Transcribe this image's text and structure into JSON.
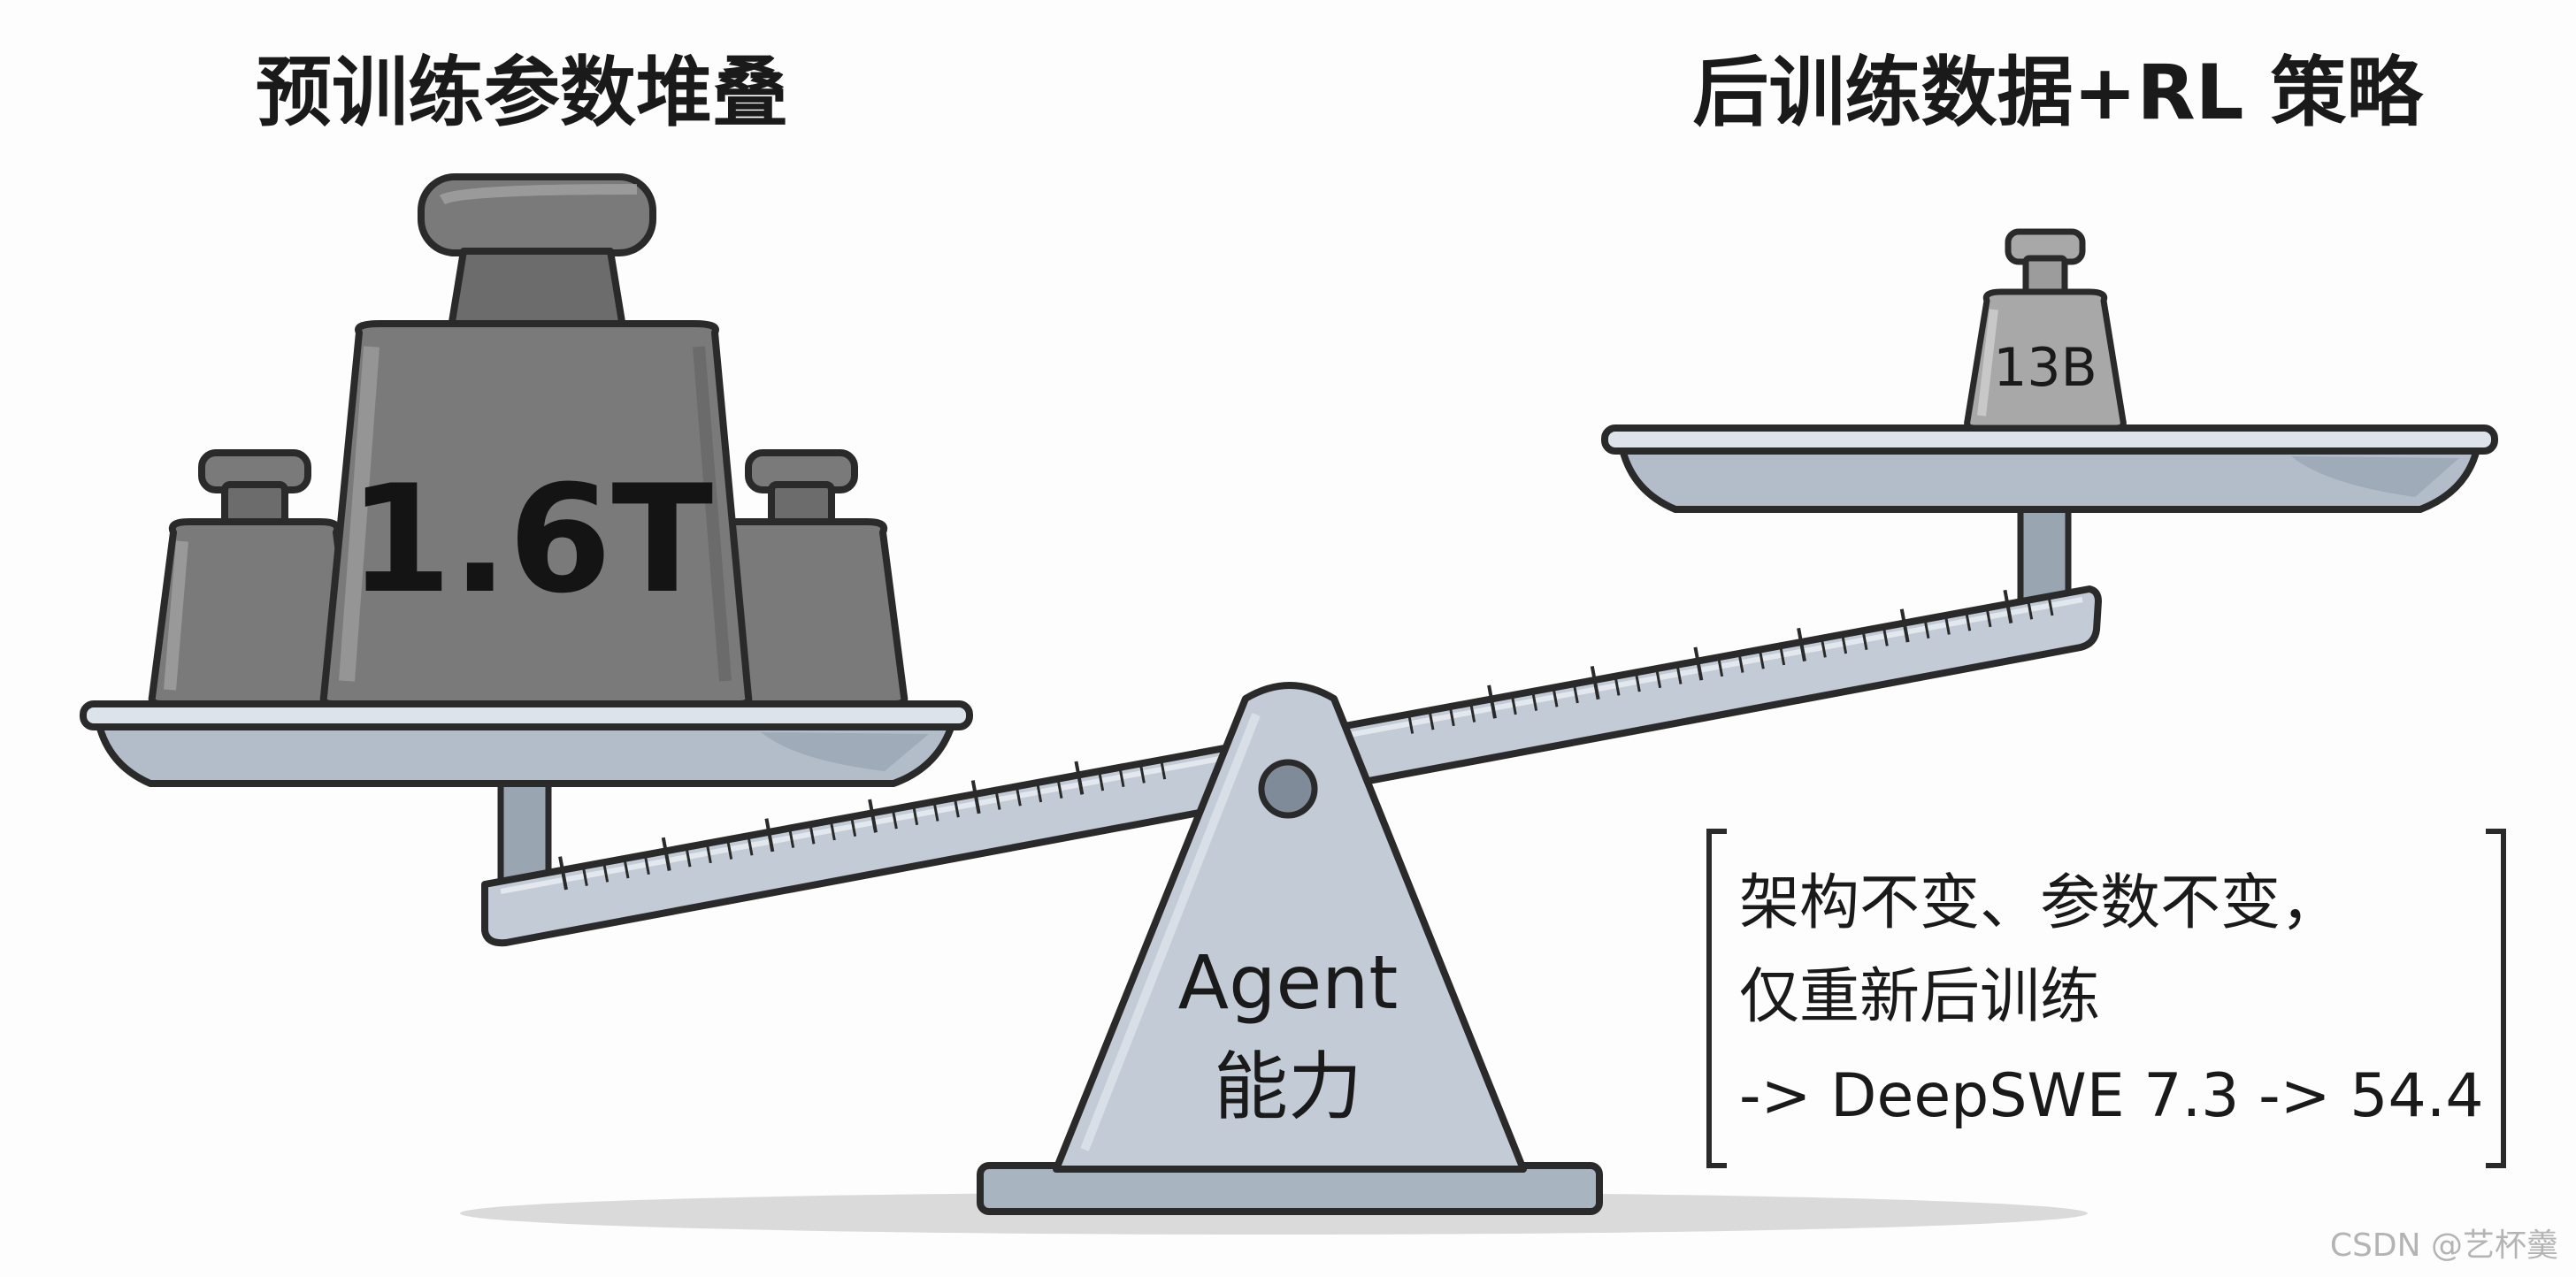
{
  "left_title": "预训练参数堆叠",
  "right_title": "后训练数据+RL 策略",
  "left_weight_label": "1.6T",
  "right_weight_label": "13B",
  "fulcrum_label_line1": "Agent",
  "fulcrum_label_line2": "能力",
  "note": {
    "line1": "架构不变、参数不变，",
    "line2": "仅重新后训练",
    "line3": "-> DeepSWE 7.3 -> 54.4"
  },
  "watermark": "CSDN @艺杯羹",
  "colors": {
    "metal": "#c3ccd6",
    "metal_light": "#dde3ea",
    "metal_dark": "#a3aebb",
    "weight_body": "#7a7a7a",
    "weight_dark": "#5f5f5f",
    "weight_light": "#a0a0a0",
    "small_weight": "#a8a8a8",
    "outline": "#2a2a2a",
    "shadow": "#d9d9d9"
  }
}
